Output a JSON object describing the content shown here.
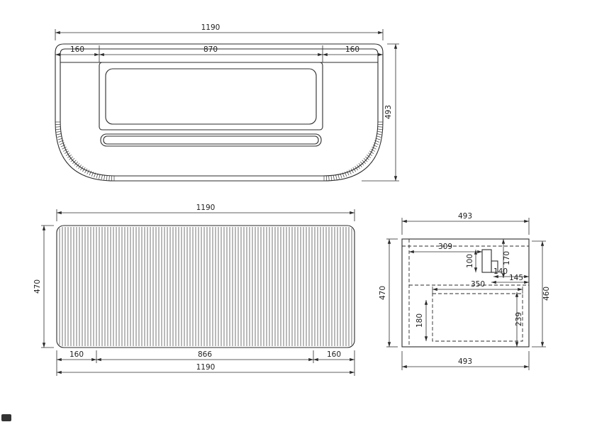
{
  "drawing": {
    "line_color": "#2b2b2b",
    "views": {
      "top": {
        "dims": {
          "overall_width": "1190",
          "left_offset": "160",
          "basin_width": "870",
          "right_offset": "160",
          "depth": "493"
        }
      },
      "front": {
        "dims": {
          "overall_width_top": "1190",
          "height": "470",
          "bottom_left_offset": "160",
          "panel_width": "866",
          "bottom_right_offset": "160",
          "overall_width_bottom": "1190"
        }
      },
      "side": {
        "dims": {
          "width_top": "493",
          "height_left": "470",
          "runner_offset": "309",
          "runner_drop": "170",
          "runner_height": "100",
          "runner_width": "140",
          "runner_width_2": "145",
          "drawer_width": "350",
          "drawer_front_height": "180",
          "drawer_back_height": "239",
          "height_right": "460",
          "width_bottom": "493"
        }
      }
    }
  }
}
